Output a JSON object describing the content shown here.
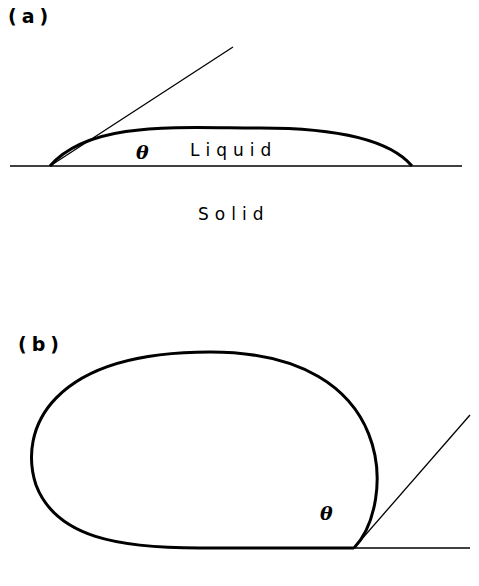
{
  "diagram": {
    "labels": [
      "(a)",
      "θ",
      "Liquid",
      "Solid",
      "(b)",
      "θ"
    ]
  }
}
